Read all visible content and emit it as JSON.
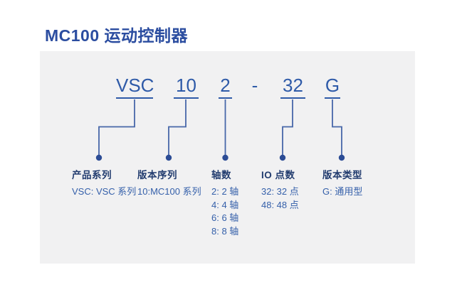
{
  "title": {
    "text": "MC100 运动控制器"
  },
  "model_code": {
    "segments": [
      {
        "text": "VSC"
      },
      {
        "text": "10"
      },
      {
        "text": "2"
      },
      {
        "text": "-"
      },
      {
        "text": "32"
      },
      {
        "text": "G"
      }
    ]
  },
  "legend": {
    "columns": [
      {
        "header": "产品系列",
        "values": [
          "VSC: VSC 系列"
        ]
      },
      {
        "header": "版本序列",
        "values": [
          "10:MC100 系列"
        ]
      },
      {
        "header": "轴数",
        "values": [
          "2: 2 轴",
          "4: 4 轴",
          "6: 6 轴",
          "8: 8 轴"
        ]
      },
      {
        "header": "IO 点数",
        "values": [
          "32: 32 点",
          "48: 48 点"
        ]
      },
      {
        "header": "版本类型",
        "values": [
          "G: 通用型"
        ]
      }
    ]
  },
  "colors": {
    "title": "#2B4DA0",
    "model_text": "#2E5AA8",
    "connector_line": "#4767A9",
    "connector_dot": "#2C4C95",
    "legend_header": "#223C6F",
    "legend_value": "#3560AA",
    "panel_background": "#F1F1F2"
  }
}
